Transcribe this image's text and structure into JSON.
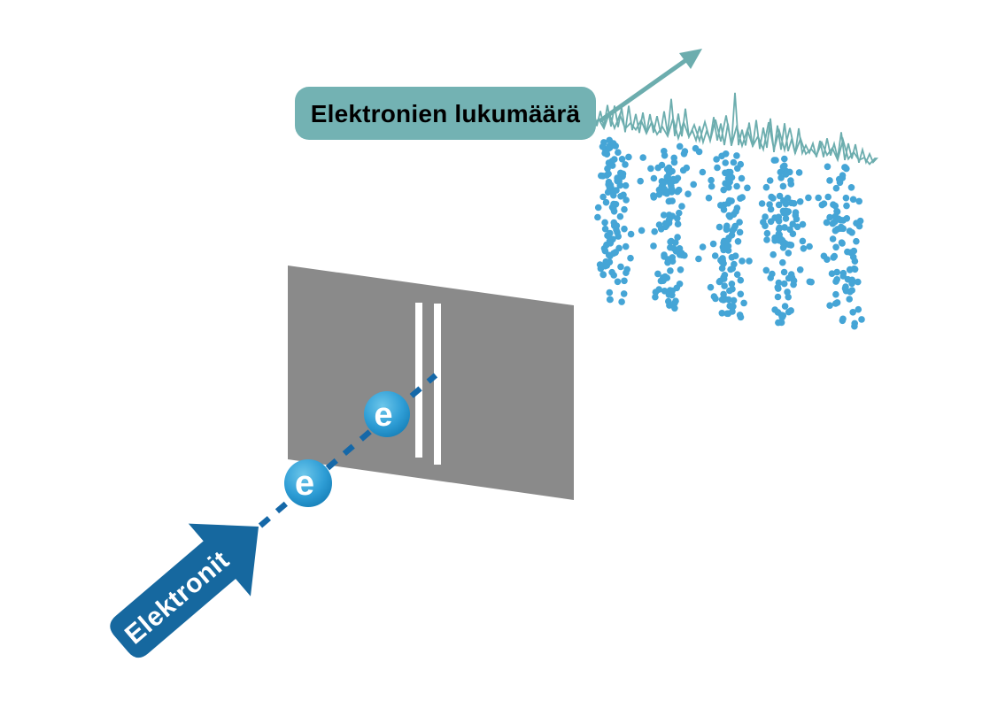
{
  "labels": {
    "count_label": "Elektronien lukumäärä",
    "source_label": "Elektronit",
    "electron_symbol": "e"
  },
  "colors": {
    "background": "#ffffff",
    "teal": "#6cadae",
    "teal_box": "#73b2b3",
    "label_text": "#111111",
    "screen_gray": "#8a8a8a",
    "slit_white": "#ffffff",
    "trajectory_blue": "#1568a8",
    "source_arrow_blue": "#16689f",
    "source_label_white": "#ffffff",
    "dot_blue": "#45a5d6",
    "electron_grad_inner": "#6cc6ea",
    "electron_grad_mid": "#2f9ed6",
    "electron_grad_outer": "#1179b2"
  },
  "interference_pattern": {
    "band_centers_x": [
      693,
      757,
      823,
      883,
      950
    ],
    "band_peak_heights": [
      30,
      40,
      58,
      42,
      26
    ],
    "band_dot_counts": [
      95,
      95,
      92,
      90,
      78
    ],
    "scatter_dot_count": 75,
    "dot_radius": 3.8,
    "x_range": [
      664,
      986
    ]
  }
}
